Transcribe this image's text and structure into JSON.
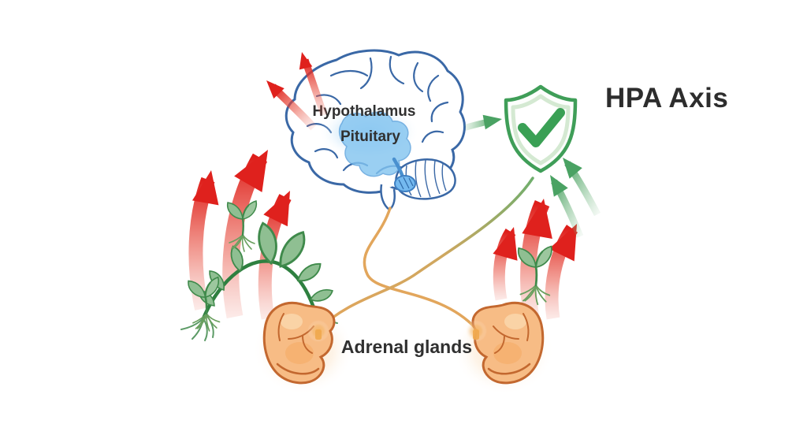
{
  "title": "HPA Axis",
  "labels": {
    "hypothalamus": "Hypothalamus",
    "pituitary": "Pituitary",
    "adrenal_glands": "Adrenal glands"
  },
  "colors": {
    "background": "#ffffff",
    "text": "#303030",
    "brain_outline": "#3a68a6",
    "brain_region_blue": "#82c4f0",
    "red_arrow": "#df211d",
    "green_arrow": "#4aa263",
    "shield_green": "#3f9e58",
    "checkmark_green": "#3aa055",
    "adrenal_fill": "#f7bc85",
    "adrenal_outline": "#c3682f",
    "pathway_orange": "#e2a65c",
    "plant_green": "#3f8a4b"
  },
  "diagram": {
    "type": "biomedical illustration",
    "subject": "HPA axis stress-response loop",
    "nodes": [
      {
        "id": "brain",
        "parts": [
          "Hypothalamus",
          "Pituitary"
        ]
      },
      {
        "id": "adrenal-glands",
        "label": "Adrenal glands"
      },
      {
        "id": "shield-check",
        "meaning": "balanced HPA Axis"
      }
    ],
    "edges": [
      {
        "from": "pituitary",
        "to": "right-adrenal-gland",
        "style": "orange curved line"
      },
      {
        "from": "left-adrenal-gland",
        "to": "shield-check",
        "style": "orange-to-green curved line"
      },
      {
        "from": "brain",
        "to": "shield-check",
        "style": "short green arrow"
      }
    ],
    "decorations": [
      "three red upward arrows with seedlings (left)",
      "three red upward arrows with seedling (right)",
      "two red arrows radiating from brain top-left",
      "two green arrows rising toward shield",
      "arched sprouting plant with roots (left)"
    ]
  }
}
